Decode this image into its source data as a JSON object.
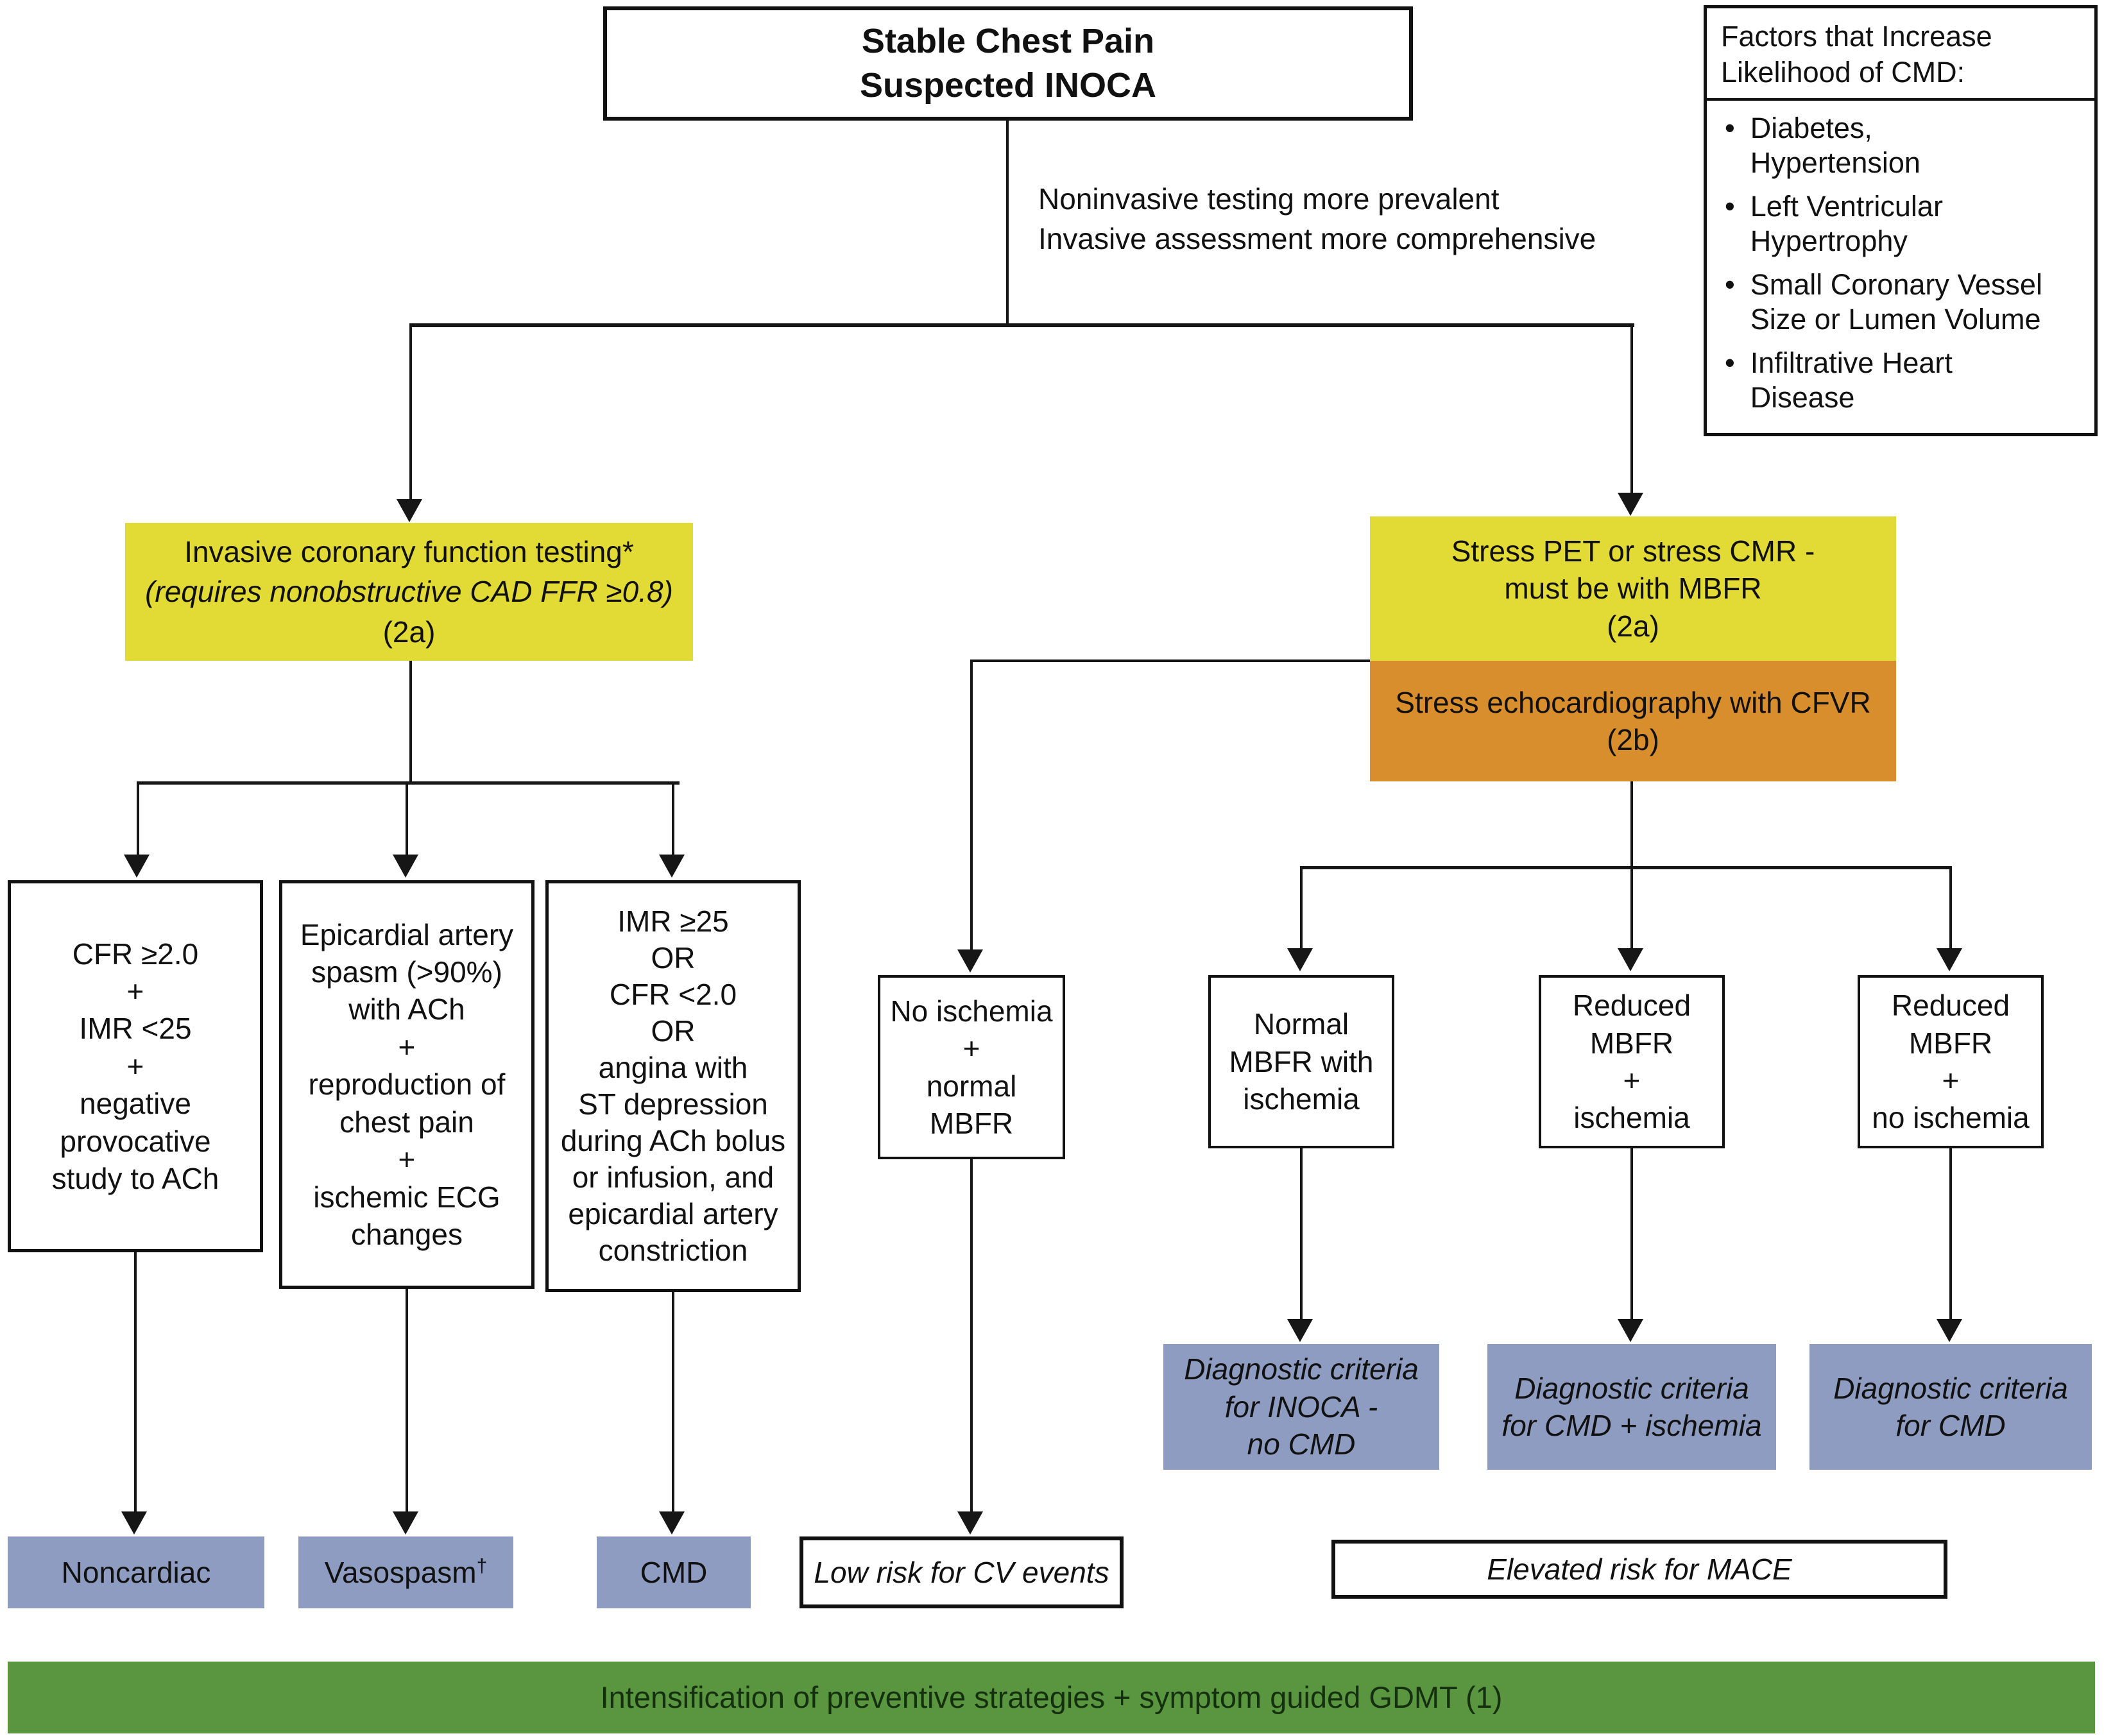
{
  "colors": {
    "node_yellow": "#e2da35",
    "node_orange": "#d98e2d",
    "node_blue_gray": "#8d9cc0",
    "footer_green": "#5a9640",
    "line_black": "#161616"
  },
  "top_box": {
    "text": "Stable Chest Pain\nSuspected INOCA"
  },
  "note": {
    "text": "Noninvasive testing more prevalent\nInvasive assessment more comprehensive"
  },
  "factors": {
    "title": "Factors that Increase\nLikelihood of CMD:",
    "bullet": "•",
    "items": [
      "Diabetes,\nHypertension",
      "Left Ventricular\nHypertrophy",
      "Small Coronary Vessel\nSize or Lumen Volume",
      "Infiltrative Heart\nDisease"
    ]
  },
  "invasive_box": {
    "line1": "Invasive coronary function testing*",
    "line2": "(requires nonobstructive CAD FFR ≥0.8)",
    "line3": "(2a)"
  },
  "stress_pet_box": {
    "text": "Stress PET or stress CMR -\nmust be with MBFR\n(2a)"
  },
  "stress_echo_box": {
    "text": "Stress echocardiography with CFVR\n(2b)"
  },
  "criteria": {
    "cfr_imr": "CFR ≥2.0\n+\nIMR <25\n+\nnegative\nprovocative\nstudy to ACh",
    "spasm": "Epicardial artery\nspasm (>90%)\nwith ACh\n+\nreproduction of\nchest pain\n+\nischemic ECG\nchanges",
    "imr_or": "IMR ≥25\nOR\nCFR <2.0\nOR\nangina with\nST depression\nduring ACh bolus\nor infusion, and\nepicardial artery\nconstriction"
  },
  "no_ischemia_box": {
    "text": "No ischemia\n+\nnormal\nMBFR"
  },
  "mbfr": {
    "normal_with_ischemia": "Normal\nMBFR with\nischemia",
    "reduced_ischemia": "Reduced\nMBFR\n+\nischemia",
    "reduced_no_ischemia": "Reduced\nMBFR\n+\nno ischemia"
  },
  "diagnostic": {
    "inoca_no_cmd": "Diagnostic criteria\nfor INOCA -\nno CMD",
    "cmd_ischemia": "Diagnostic criteria\nfor CMD + ischemia",
    "cmd": "Diagnostic criteria\nfor CMD"
  },
  "outcomes": {
    "noncardiac": "Noncardiac",
    "vasospasm": "Vasospasm",
    "vasospasm_dagger": "†",
    "cmd": "CMD",
    "low_risk": "Low risk for CV events",
    "elevated_risk": "Elevated risk for MACE"
  },
  "footer": {
    "text": "Intensification of preventive strategies + symptom guided GDMT (1)"
  }
}
